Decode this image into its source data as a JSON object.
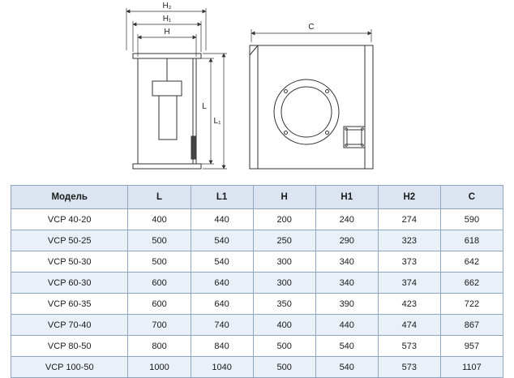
{
  "drawing": {
    "side_view": {
      "labels": {
        "h2": "H₂",
        "h1": "H₁",
        "h": "H",
        "l": "L",
        "l1": "L₁"
      }
    },
    "front_view": {
      "labels": {
        "c": "C"
      }
    }
  },
  "table": {
    "headers": [
      "Модель",
      "L",
      "L1",
      "H",
      "H1",
      "H2",
      "C"
    ],
    "rows": [
      [
        "VCP 40-20",
        "400",
        "440",
        "200",
        "240",
        "274",
        "590"
      ],
      [
        "VCP 50-25",
        "500",
        "540",
        "250",
        "290",
        "323",
        "618"
      ],
      [
        "VCP 50-30",
        "500",
        "540",
        "300",
        "340",
        "373",
        "642"
      ],
      [
        "VCP 60-30",
        "600",
        "640",
        "300",
        "340",
        "374",
        "662"
      ],
      [
        "VCP 60-35",
        "600",
        "640",
        "350",
        "390",
        "423",
        "722"
      ],
      [
        "VCP 70-40",
        "700",
        "740",
        "400",
        "440",
        "474",
        "867"
      ],
      [
        "VCP 80-50",
        "800",
        "840",
        "500",
        "540",
        "573",
        "957"
      ],
      [
        "VCP 100-50",
        "1000",
        "1040",
        "500",
        "540",
        "573",
        "1107"
      ]
    ]
  },
  "colors": {
    "table_border": "#8ea6c0",
    "header_bg": "#dbe4f0",
    "alt_row_bg": "#e9f0f8",
    "line": "#333333"
  }
}
